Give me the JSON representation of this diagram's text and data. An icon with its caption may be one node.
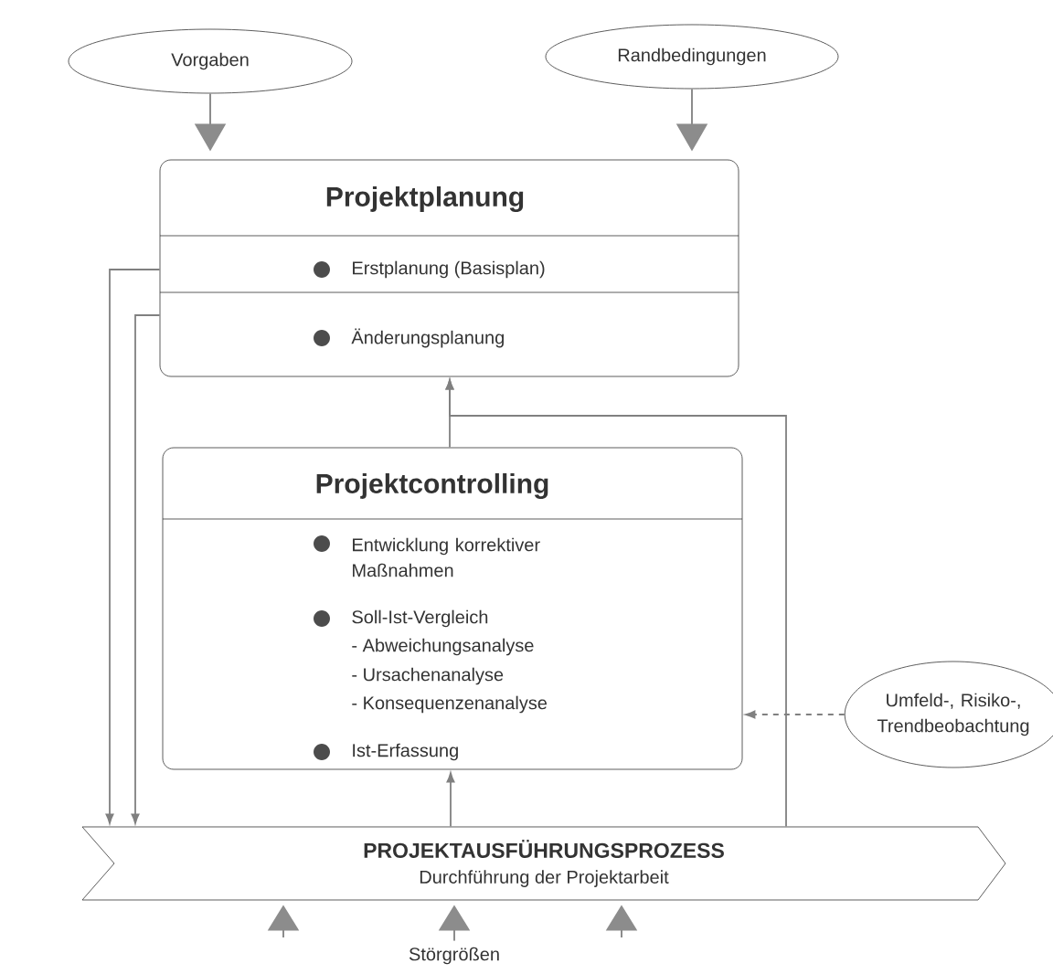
{
  "diagram": {
    "nodes": [
      {
        "text": [
          "Vorgaben"
        ]
      },
      {
        "text": [
          "Randbedingungen"
        ]
      },
      {
        "text": [
          "Projektplanung",
          "Erstplanung (Basisplan)",
          "Änderungsplanung"
        ]
      },
      {
        "text": [
          "Projektcontrolling",
          "Entwicklung korrektiver Maßnahmen",
          "Soll-Ist-Vergleich",
          "- Abweichungsanalyse",
          "- Ursachenanalyse",
          "- Konsequenzenanalyse",
          "Ist-Erfassung"
        ]
      },
      {
        "text": [
          "Umfeld-, Risiko-, Trendbeobachtung"
        ]
      },
      {
        "text": [
          "PROJEKTAUSFÜHRUNGSPROZESS",
          "Durchführung der Projektarbeit"
        ]
      },
      {
        "text": [
          "Störgrößen"
        ]
      }
    ],
    "edges": [
      {
        "from": 0,
        "to": 2,
        "arrow": "to"
      },
      {
        "from": 1,
        "to": 2,
        "arrow": "to"
      },
      {
        "from": 2,
        "to": 5,
        "arrow": "to"
      },
      {
        "from": 2,
        "to": 5,
        "arrow": "to"
      },
      {
        "from": 3,
        "to": 2,
        "arrow": "to"
      },
      {
        "from": 5,
        "to": 2,
        "arrow": "to"
      },
      {
        "from": 5,
        "to": 3,
        "arrow": "to"
      },
      {
        "from": 4,
        "to": 3,
        "arrow": "to",
        "style": "dashed"
      },
      {
        "from": null,
        "to": 5,
        "arrow": "to"
      },
      {
        "from": 6,
        "to": 5,
        "arrow": "to"
      },
      {
        "from": null,
        "to": 5,
        "arrow": "to"
      }
    ]
  }
}
